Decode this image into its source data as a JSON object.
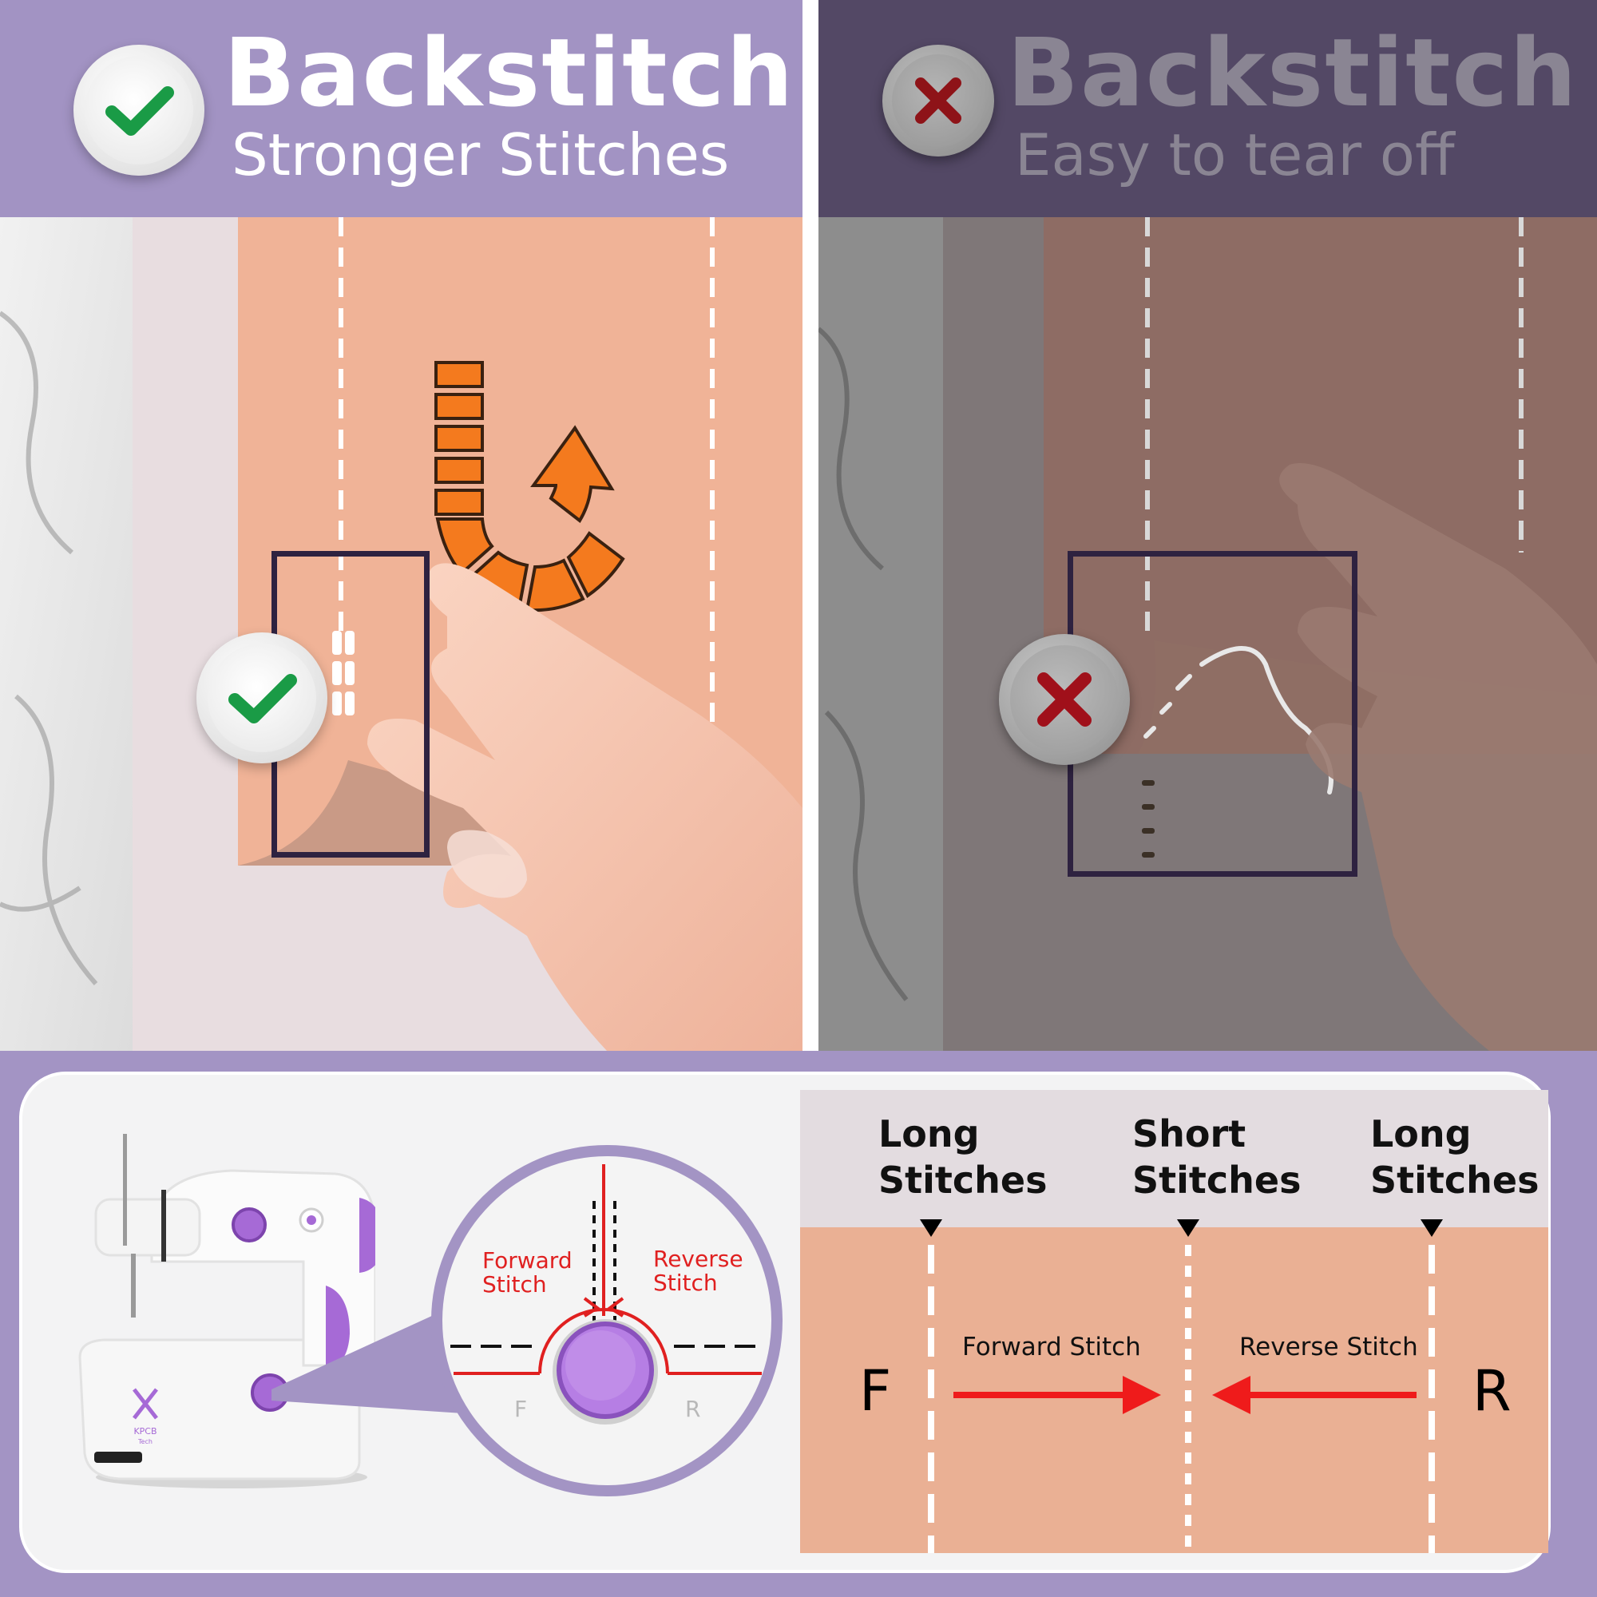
{
  "left_panel": {
    "title": "Backstitch",
    "subtitle": "Stronger Stitches",
    "badge_icon": "check-icon",
    "badge_color": "#1a9b46"
  },
  "right_panel": {
    "title": "Backstitch",
    "subtitle": "Easy to tear off",
    "badge_icon": "cross-icon",
    "badge_color": "#c0141e"
  },
  "knob_zoom": {
    "forward_label": "Forward\nStitch",
    "reverse_label": "Reverse\nStitch",
    "dial_forward_letter": "F",
    "dial_reverse_letter": "R"
  },
  "machine": {
    "brand_logo": "KPCB",
    "brand_sub": "Tech"
  },
  "stitch_diagram": {
    "columns": [
      {
        "label_line1": "Long",
        "label_line2": "Stitches"
      },
      {
        "label_line1": "Short",
        "label_line2": "Stitches"
      },
      {
        "label_line1": "Long",
        "label_line2": "Stitches"
      }
    ],
    "forward_label": "Forward Stitch",
    "reverse_label": "Reverse Stitch",
    "forward_letter": "F",
    "reverse_letter": "R",
    "arrow_color": "#ef1b1b"
  },
  "colors": {
    "header_left": "#a293c3",
    "header_right": "#534865",
    "fabric": "#f0b397",
    "accent_orange": "#f47a1e",
    "accent_purple": "#a66ad6"
  }
}
